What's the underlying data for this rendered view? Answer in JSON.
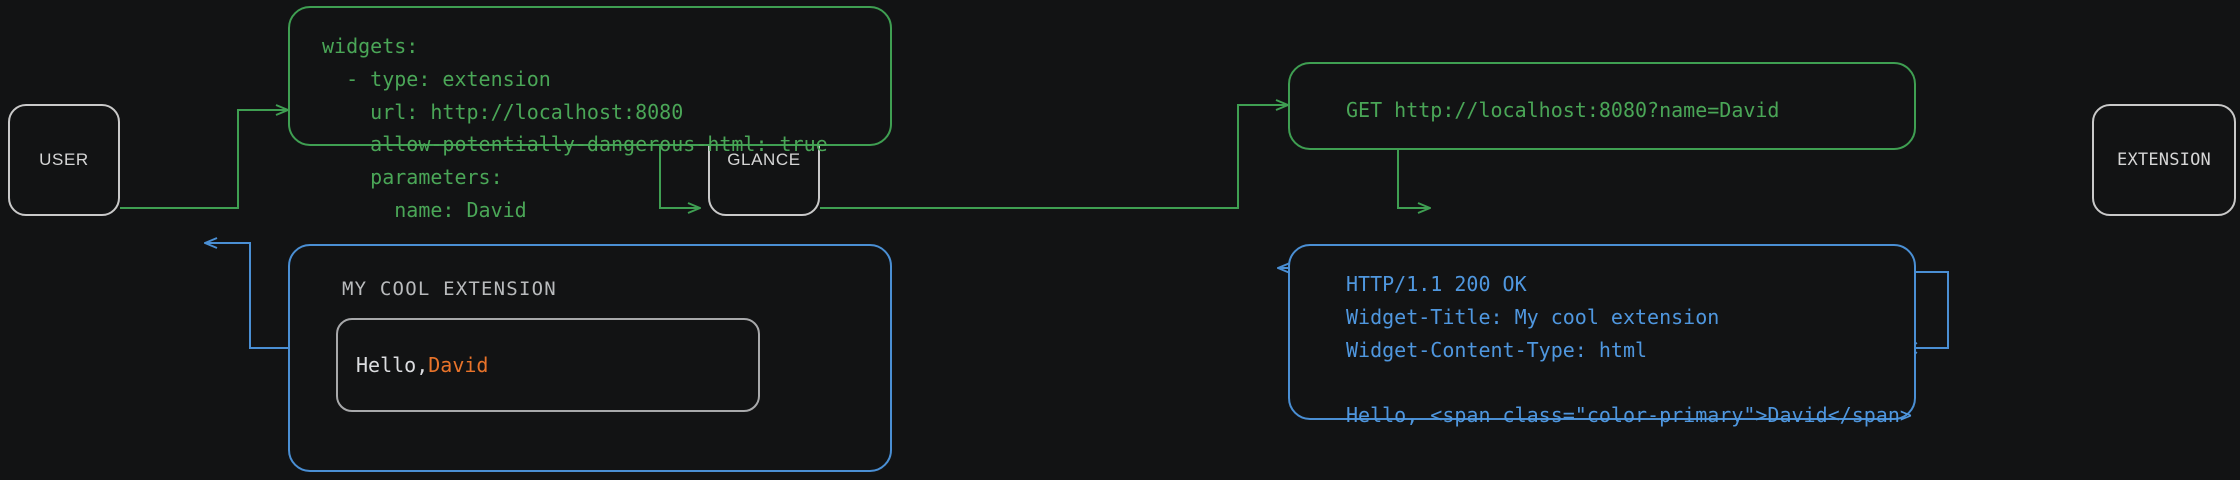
{
  "theme": {
    "background": "#121314",
    "node_border": "#c9c9c9",
    "green": "#4aa657",
    "green_border": "#3f9f52",
    "blue": "#4f97df",
    "blue_border": "#4a8fd4",
    "accent_orange": "#e8732a",
    "text_light": "#d6d6d6"
  },
  "nodes": {
    "user": {
      "label": "USER"
    },
    "glance": {
      "label": "GLANCE"
    },
    "extension": {
      "label": "EXTENSION"
    }
  },
  "cards": {
    "config": {
      "color": "green",
      "text": "widgets:\n  - type: extension\n    url: http://localhost:8080\n    allow-potentially-dangerous-html: true\n    parameters:\n      name: David"
    },
    "request": {
      "color": "green",
      "text": "GET http://localhost:8080?name=David"
    },
    "response": {
      "color": "blue",
      "text": "HTTP/1.1 200 OK\nWidget-Title: My cool extension\nWidget-Content-Type: html\n\nHello, <span class=\"color-primary\">David</span>"
    },
    "widget": {
      "color": "blue",
      "title": "MY COOL EXTENSION",
      "greeting": "Hello, ",
      "name": "David"
    }
  },
  "flows": {
    "request_flow_color": "#3f9f52",
    "response_flow_color": "#4a8fd4"
  }
}
